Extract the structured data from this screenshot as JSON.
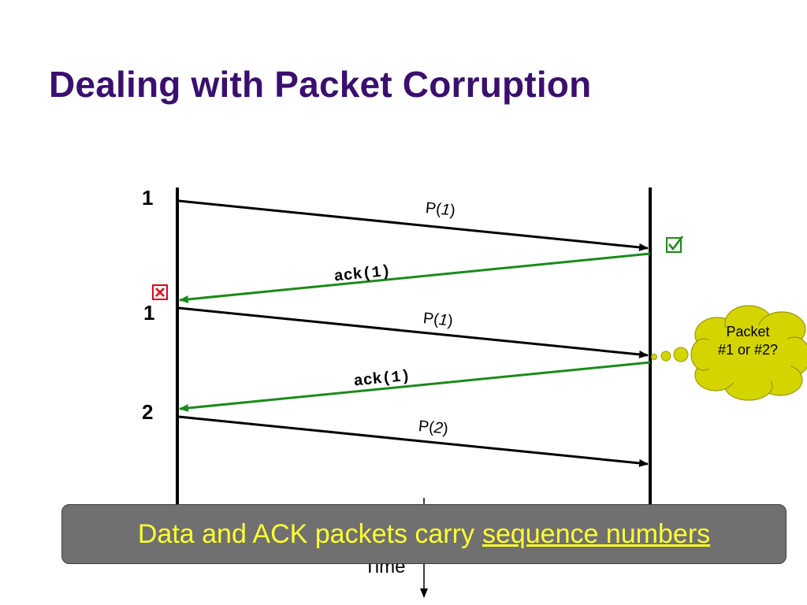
{
  "title": "Dealing with Packet Corruption",
  "sender_numbers": [
    "1",
    "1",
    "2"
  ],
  "packets": [
    {
      "label_prefix": "P(",
      "num": "1",
      "label_suffix": ")"
    },
    {
      "label_prefix": "P(",
      "num": "1",
      "label_suffix": ")"
    },
    {
      "label_prefix": "P(",
      "num": "2",
      "label_suffix": ")"
    }
  ],
  "acks": [
    "ack(1)",
    "ack(1)"
  ],
  "thought_bubble": {
    "line1": "Packet",
    "line2": "#1 or #2?"
  },
  "banner": {
    "text": "Data and ACK packets carry",
    "highlight": "sequence numbers"
  },
  "time_label": "Time",
  "icons": {
    "received_ok": "checkbox-check-icon",
    "corrupted": "checkbox-x-icon"
  },
  "colors": {
    "title": "#3a0f6e",
    "ack": "#1b8a1b",
    "banner_text": "#ffff33",
    "bubble": "#d4d400",
    "corrupt": "#e0001a"
  }
}
